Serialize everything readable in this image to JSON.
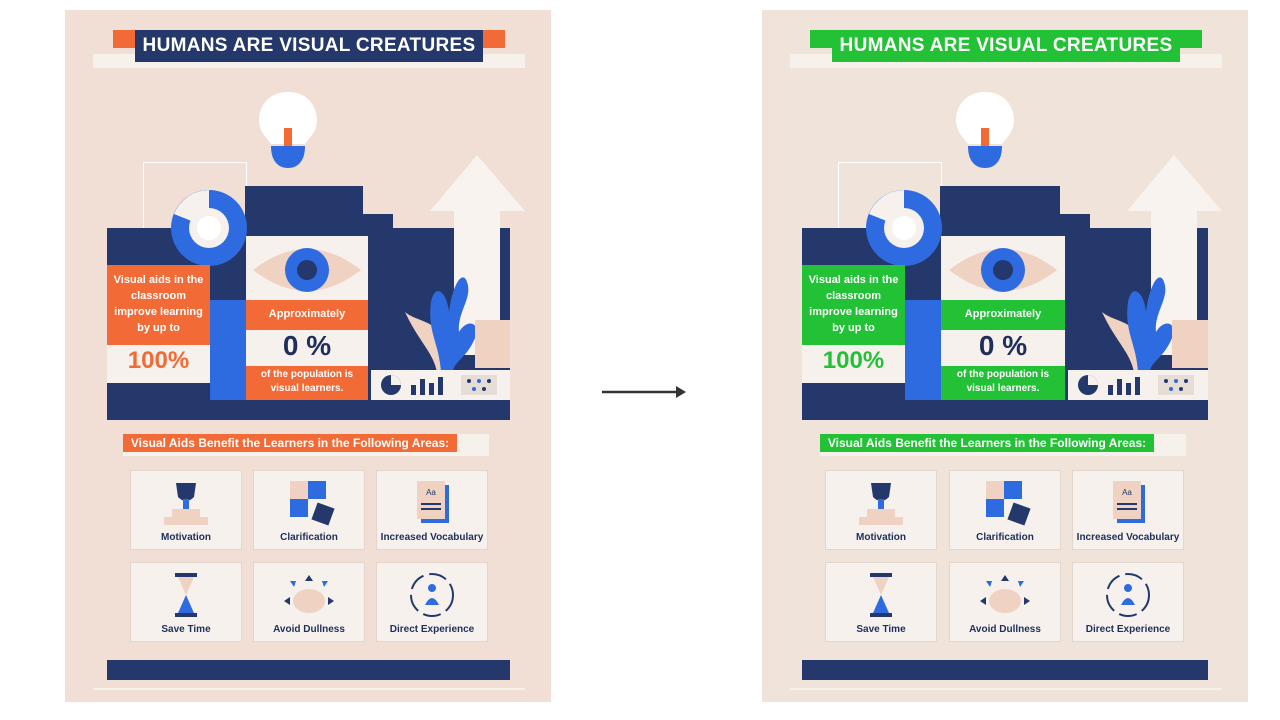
{
  "colors": {
    "navy": "#24386b",
    "blue": "#2f6be0",
    "left_accent": "#f26a36",
    "right_accent": "#22c136",
    "peach": "#f0d2c2"
  },
  "poster": {
    "title": "HUMANS ARE VISUAL CREATURES",
    "visual_aids_text": "Visual aids in the classroom improve learning by up to",
    "visual_aids_value": "100%",
    "approx_label": "Approximately",
    "approx_value": "0 %",
    "population_text": "of the population is visual learners.",
    "areas_title": "Visual Aids Benefit the Learners in the Following Areas:",
    "areas": [
      {
        "label": "Motivation",
        "icon": "trophy-icon"
      },
      {
        "label": "Clarification",
        "icon": "puzzle-icon"
      },
      {
        "label": "Increased Vocabulary",
        "icon": "book-icon"
      },
      {
        "label": "Save Time",
        "icon": "hourglass-icon"
      },
      {
        "label": "Avoid Dullness",
        "icon": "brain-icon"
      },
      {
        "label": "Direct Experience",
        "icon": "person-target-icon"
      }
    ]
  },
  "transition": {
    "icon": "right-arrow-icon"
  }
}
